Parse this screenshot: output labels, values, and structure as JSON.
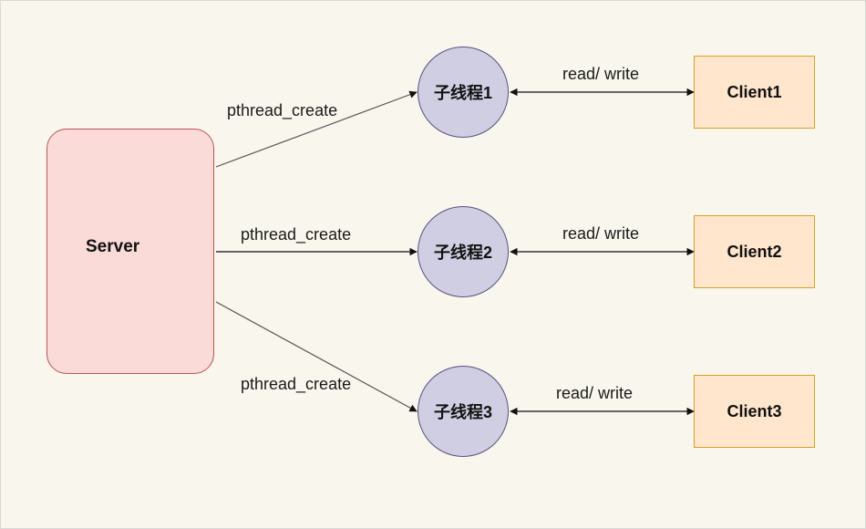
{
  "server": {
    "label": "Server"
  },
  "threads": [
    {
      "label": "子线程1"
    },
    {
      "label": "子线程2"
    },
    {
      "label": "子线程3"
    }
  ],
  "clients": [
    {
      "label": "Client1"
    },
    {
      "label": "Client2"
    },
    {
      "label": "Client3"
    }
  ],
  "create_edges": [
    {
      "label": "pthread_create"
    },
    {
      "label": "pthread_create"
    },
    {
      "label": "pthread_create"
    }
  ],
  "io_edges": [
    {
      "label": "read/ write"
    },
    {
      "label": "read/ write"
    },
    {
      "label": "read/ write"
    }
  ],
  "colors": {
    "background": "#f9f6ee",
    "server_fill": "#fadbd7",
    "server_stroke": "#b85450",
    "thread_fill": "#d0cee2",
    "thread_stroke": "#56517e",
    "client_fill": "#ffe6cc",
    "client_stroke": "#d6a021",
    "edge": "#333333"
  }
}
